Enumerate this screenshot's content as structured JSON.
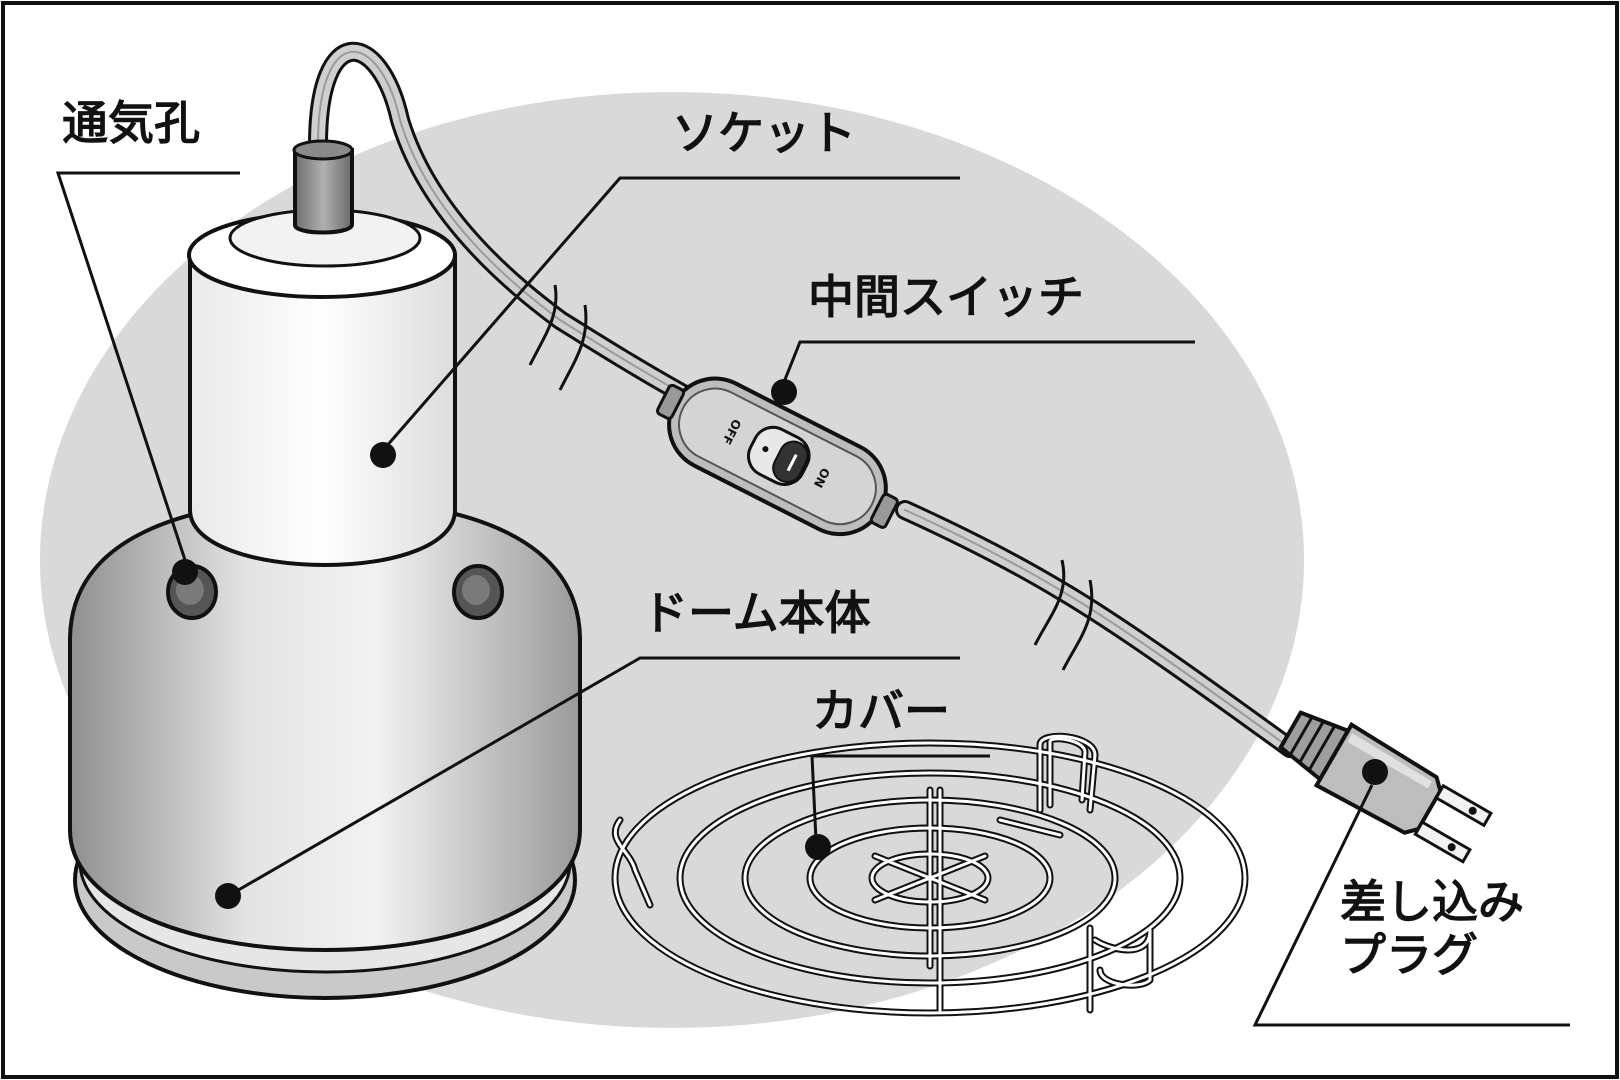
{
  "labels": {
    "vent_hole": "通気孔",
    "socket": "ソケット",
    "inline_switch": "中間スイッチ",
    "dome_body": "ドーム本体",
    "cover": "カバー",
    "plug_line1": "差し込み",
    "plug_line2": "プラグ"
  },
  "switch_marks": {
    "off": "OFF",
    "on": "ON"
  },
  "colors": {
    "background_oval": "#d8d8d8",
    "outline": "#111111",
    "dome_fill": "#bdbdbd",
    "socket_fill": "#f6f6f6"
  }
}
